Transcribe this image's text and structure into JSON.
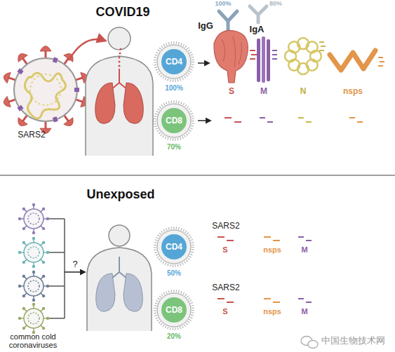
{
  "diagram": {
    "nodes": [
      {
        "text": [
          "CD4",
          "100%"
        ]
      },
      {
        "text": [
          "CD8",
          "70%"
        ]
      },
      {
        "text": [
          "CD4",
          "50%"
        ]
      },
      {
        "text": [
          "CD8",
          "20%"
        ]
      }
    ],
    "labels": [
      "COVID19",
      "100%",
      "80%",
      "IgG",
      "IgA",
      "SARS2",
      "S",
      "M",
      "N",
      "nsps",
      "Unexposed",
      "?",
      "common cold coronaviruses",
      "SARS2",
      "S",
      "nsps",
      "M",
      "SARS2",
      "S",
      "nsps",
      "M",
      "中国生物技术网"
    ]
  }
}
